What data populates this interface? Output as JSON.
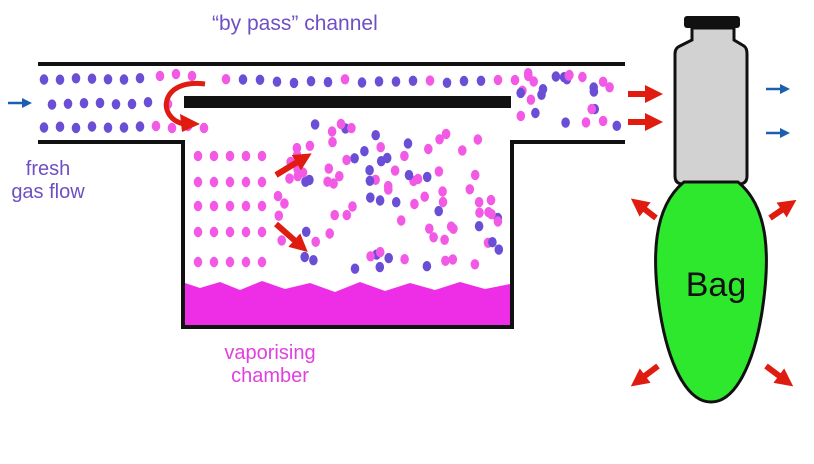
{
  "labels": {
    "bypass": "“by pass” channel",
    "fresh_gas_line1": "fresh",
    "fresh_gas_line2": "gas flow",
    "chamber_line1": "vaporising",
    "chamber_line2": "chamber",
    "bag": "Bag"
  },
  "colors": {
    "carrier_gas": "#6a4fd6",
    "vapour": "#f25ae6",
    "liquid": "#ee2ee6",
    "bag": "#2ee82e",
    "bag_neck": "#d2d2d2",
    "arrow_red": "#e01c10",
    "arrow_blue": "#1a5fb0",
    "wall": "#111111"
  },
  "icons": [
    "bypass-u-turn-arrow-icon",
    "right-arrow-icon",
    "expand-arrow-icon"
  ]
}
